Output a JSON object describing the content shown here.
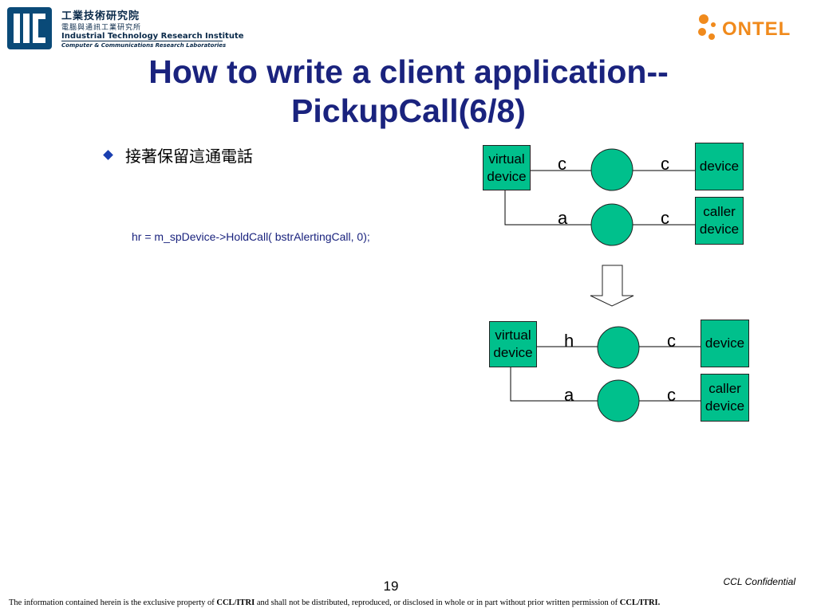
{
  "header": {
    "itri": {
      "name_cn": "工業技術研究院",
      "lab_cn": "電腦與通訊工業研究所",
      "name_en": "Industrial Technology Research Institute",
      "lab_en": "Computer & Communications Research Laboratories"
    },
    "ontel_logo": "ONTEL"
  },
  "slide": {
    "title_line1": "How to write a client application--",
    "title_line2": "PickupCall(6/8)",
    "bullet": "接著保留這通電話",
    "code": "hr = m_spDevice->HoldCall( bstrAlertingCall, 0);"
  },
  "diagram": {
    "before": {
      "virtual_device": [
        "virtual",
        "device"
      ],
      "call1": {
        "left_state": "c",
        "right_state": "c",
        "device": [
          "device"
        ]
      },
      "call2": {
        "left_state": "a",
        "right_state": "c",
        "device": [
          "caller",
          "device"
        ]
      }
    },
    "after": {
      "virtual_device": [
        "virtual",
        "device"
      ],
      "call1": {
        "left_state": "h",
        "right_state": "c",
        "device": [
          "device"
        ]
      },
      "call2": {
        "left_state": "a",
        "right_state": "c",
        "device": [
          "caller",
          "device"
        ]
      }
    },
    "colors": {
      "box_fill": "#00c08c",
      "arrow": "#ffffff"
    }
  },
  "footer": {
    "page_number": "19",
    "confidential": "CCL Confidential",
    "disclaimer_pre": "The information contained herein is the exclusive property of ",
    "disclaimer_owner1": "CCL/ITRI",
    "disclaimer_mid": " and shall not be distributed, reproduced, or disclosed in whole or in part without prior written permission of ",
    "disclaimer_owner2": "CCL/ITRI."
  }
}
